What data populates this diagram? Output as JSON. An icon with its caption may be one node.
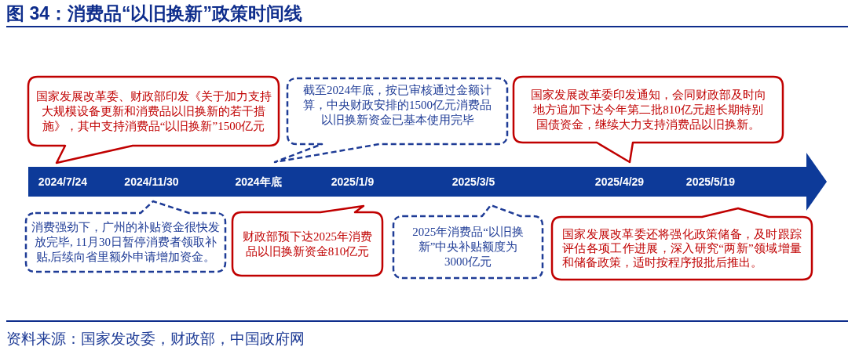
{
  "diagram": {
    "title": "图 34：消费品“以旧换新”政策时间线",
    "nodes": [
      {
        "text": [
          "国家发展改革委、财政部印发《关于加力支持大规模设备更新和消费品以旧换新的若干措施》，其中支持消费品“以旧换新”1500亿元"
        ]
      },
      {
        "text": [
          "截至2024年底，按已审核通过金额计算，中央财政安排的1500亿元消费品以旧换新资金已基本使用完毕"
        ]
      },
      {
        "text": [
          "国家发展改革委印发通知，会同财政部及时向地方追加下达今年第二批810亿元超长期特别国债资金，继续大力支持消费品以旧换新。"
        ]
      },
      {
        "text": [
          "2024/7/24",
          "2024/11/30",
          "2024年底",
          "2025/1/9",
          "2025/3/5",
          "2025/4/29",
          "2025/5/19"
        ]
      },
      {
        "text": [
          "消费强劲下，广州的补贴资金很快发放完毕, 11月30日暂停消费者领取补贴,后续向省里额外申请增加资金。"
        ]
      },
      {
        "text": [
          "财政部预下达2025年消费品以旧换新资金810亿元"
        ]
      },
      {
        "text": [
          "2025年消费品“以旧换新”中央补贴额度为3000亿元"
        ]
      },
      {
        "text": [
          "国家发展改革委还将强化政策储备，及时跟踪评估各项工作进展，深入研究“两新”领域增量和储备政策，适时按程序报批后推出。"
        ]
      }
    ],
    "caption": "资料来源：国家发改委，财政部，中国政府网"
  }
}
